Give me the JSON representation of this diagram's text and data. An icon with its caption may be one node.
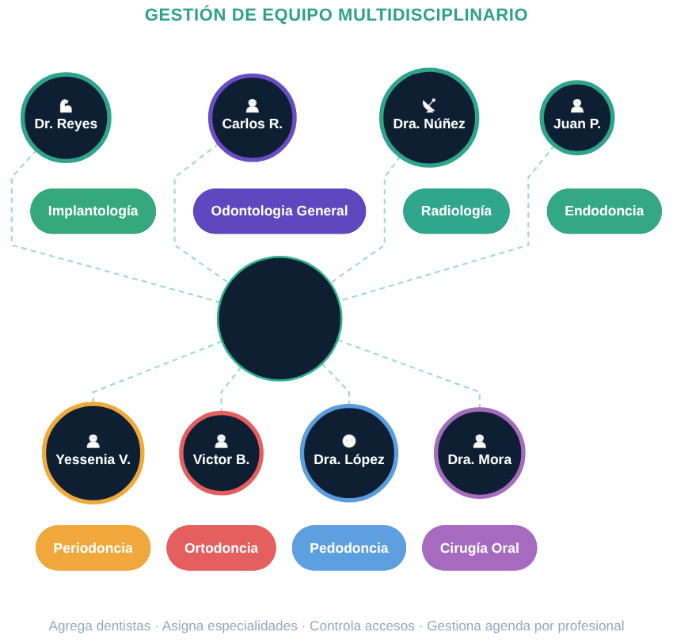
{
  "diagram": {
    "title": "GESTIÓN DE EQUIPO MULTIDISCIPLINARIO",
    "caption": "Agrega dentistas · Asigna especialidades · Controla accesos · Gestiona agenda por profesional",
    "nodes": [
      {
        "text": [
          "Carlos R."
        ]
      },
      {
        "text": [
          "Odontologia General"
        ]
      },
      {
        "text": [
          "Dra. Núñez"
        ]
      },
      {
        "text": [
          "Radiología"
        ]
      },
      {
        "text": [
          "Juan P."
        ]
      },
      {
        "text": [
          "Endodoncia"
        ]
      },
      {
        "text": [
          "Dr. Reyes"
        ]
      },
      {
        "text": [
          "Implantología"
        ]
      },
      {
        "text": [],
        "shape": "circle"
      },
      {
        "text": [
          "Yessenia V."
        ]
      },
      {
        "text": [
          "Periodoncia"
        ]
      },
      {
        "text": [
          "Dra. Mora"
        ]
      },
      {
        "text": [
          "Cirugía Oral"
        ]
      },
      {
        "text": [
          "Victor B."
        ]
      },
      {
        "text": [
          "Ortodoncia"
        ]
      },
      {
        "text": [
          "Dra. López"
        ]
      },
      {
        "text": [
          "Pedodoncia"
        ]
      }
    ],
    "edges": [
      {
        "from": 0,
        "to": 8,
        "arrow": "none",
        "style": "dashed"
      },
      {
        "from": 4,
        "to": 8,
        "arrow": "none",
        "style": "dashed"
      },
      {
        "from": 8,
        "to": 9,
        "arrow": "none",
        "style": "dashed"
      },
      {
        "from": 8,
        "to": 13,
        "arrow": "none",
        "style": "dashed"
      },
      {
        "from": 8,
        "to": 15,
        "arrow": "none",
        "style": "dashed"
      },
      {
        "from": 8,
        "to": 11,
        "arrow": "none",
        "style": "dashed"
      },
      {
        "from": 6,
        "to": 8,
        "arrow": "none",
        "style": "dashed"
      },
      {
        "from": 2,
        "to": 8,
        "arrow": "none",
        "style": "dashed"
      }
    ]
  }
}
